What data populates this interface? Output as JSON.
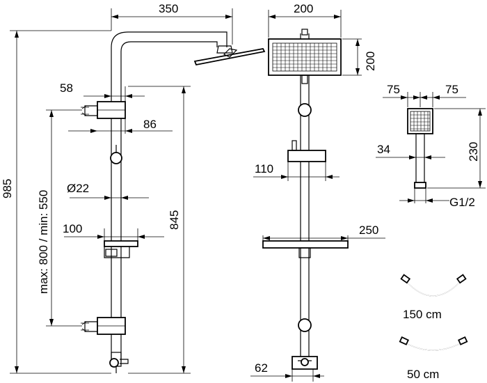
{
  "dimensions": {
    "side_width": "350",
    "total_height": "985",
    "bar_range": "max: 800 / min: 550",
    "bracket_width": "58",
    "bracket_depth": "86",
    "pipe_diameter": "Ø22",
    "shelf_depth": "100",
    "bar_height": "845",
    "head_width": "200",
    "head_height": "200",
    "mixer_width": "110",
    "shelf_width": "250",
    "bottom_offset": "62",
    "hand_left": "75",
    "hand_right": "75",
    "hand_neck": "34",
    "hand_length": "230",
    "hand_thread": "G1/2"
  },
  "hoses": [
    {
      "length_label": "150 cm"
    },
    {
      "length_label": "50 cm"
    }
  ]
}
